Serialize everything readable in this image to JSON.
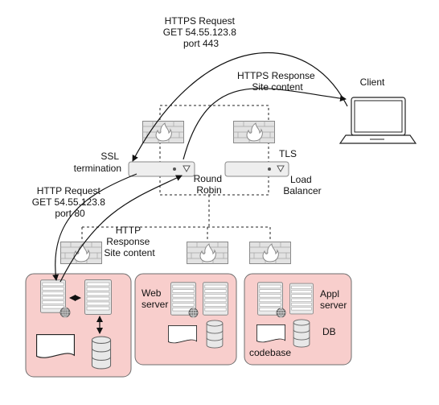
{
  "labels": {
    "https_request": [
      "HTTPS  Request",
      "GET 54.55.123.8",
      "port 443"
    ],
    "https_response": [
      "HTTPS  Response",
      "Site content"
    ],
    "client": "Client",
    "ssl_termination": [
      "SSL",
      "termination"
    ],
    "tls": "TLS",
    "round_robin": [
      "Round",
      "Robin"
    ],
    "load_balancer": [
      "Load",
      "Balancer"
    ],
    "http_request": [
      "HTTP  Request",
      "GET 54.55.123.8",
      "port 80"
    ],
    "http_response": [
      "HTTP",
      "Response",
      "Site content"
    ],
    "web_server": [
      "Web",
      "server"
    ],
    "appl_server": [
      "Appl",
      "server"
    ],
    "db": "DB",
    "codebase": "codebase"
  },
  "icons": [
    "firewall-icon",
    "load-balancer-icon",
    "server-rack-icon",
    "globe-icon",
    "database-icon",
    "document-icon",
    "laptop-icon"
  ],
  "colors": {
    "server_box_fill": "#f8cecc",
    "server_box_stroke": "#6e6e6e"
  }
}
